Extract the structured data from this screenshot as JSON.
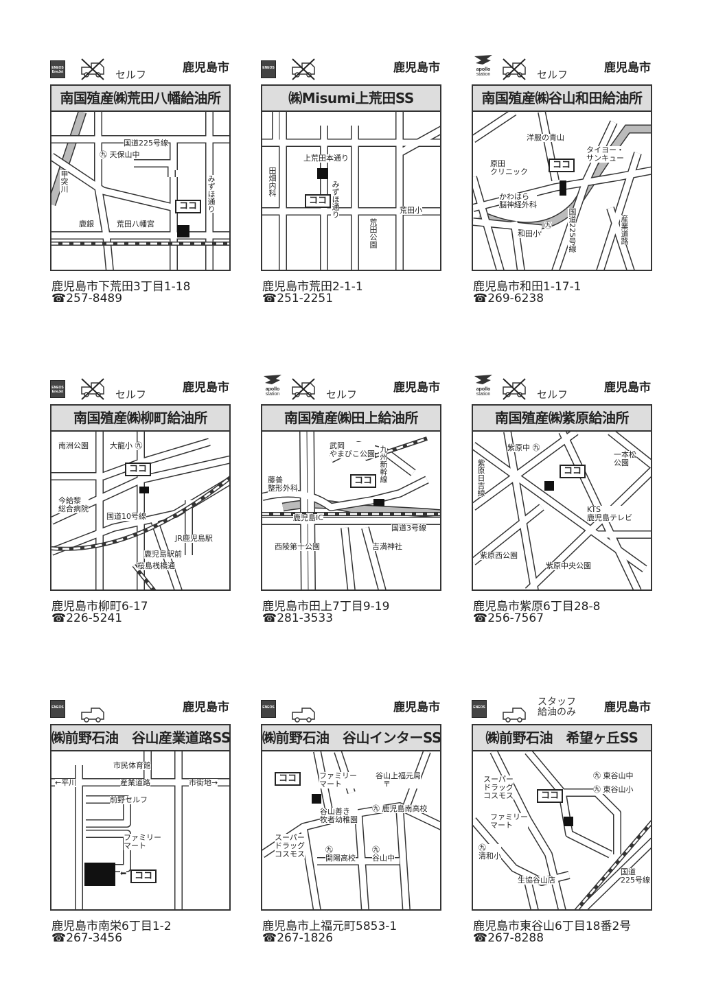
{
  "here_label": "ココ",
  "phone_icon": "☎",
  "cards": [
    {
      "brand": [
        "ENEOS",
        "EneJet"
      ],
      "logo": "eneos",
      "self": true,
      "self_label": "セルフ",
      "city": "鹿児島市",
      "title": "南国殖産㈱荒田八幡給油所",
      "address": "鹿児島市下荒田3丁目1-18",
      "phone": "257-8489",
      "map_labels": [
        "国道225号線",
        "㊈ 天保山中",
        "甲突川",
        "鹿銀",
        "荒田八幡宮",
        "みずほ通り"
      ]
    },
    {
      "brand": [
        "ENEOS",
        ""
      ],
      "logo": "eneos",
      "self": true,
      "self_label": "",
      "city": "鹿児島市",
      "title": "㈱Misumi上荒田SS",
      "address": "鹿児島市荒田2-1-1",
      "phone": "251-2251",
      "map_labels": [
        "上荒田本通り",
        "田畑内科",
        "みずほ通り",
        "荒田小",
        "荒田公園"
      ]
    },
    {
      "brand": [
        "apollo",
        "station"
      ],
      "logo": "apollo",
      "self": true,
      "self_label": "セルフ",
      "city": "鹿児島市",
      "title": "南国殖産㈱谷山和田給油所",
      "address": "鹿児島市和田1-17-1",
      "phone": "269-6238",
      "map_labels": [
        "洋服の青山",
        "タイヨー・\nサンキュー",
        "原田\nクリニック",
        "かわはら\n脳神経外科",
        "和田小",
        "国道225号線",
        "産業道路",
        "㊈"
      ]
    },
    {
      "brand": [
        "ENEOS",
        "EneJet"
      ],
      "logo": "eneos",
      "self": true,
      "self_label": "セルフ",
      "city": "鹿児島市",
      "title": "南国殖産㈱柳町給油所",
      "address": "鹿児島市柳町6-17",
      "phone": "226-5241",
      "map_labels": [
        "南洲公園",
        "大龍小 ㊈",
        "今給黎\n総合病院",
        "国道10号線",
        "JR鹿児島駅",
        "鹿児島駅前",
        "桜島桟橋通"
      ]
    },
    {
      "brand": [
        "apollo",
        "station"
      ],
      "logo": "apollo",
      "self": true,
      "self_label": "セルフ",
      "city": "鹿児島市",
      "title": "南国殖産㈱田上給油所",
      "address": "鹿児島市田上7丁目9-19",
      "phone": "281-3533",
      "map_labels": [
        "武岡\nやまびこ公園",
        "九州新幹線",
        "藤善\n整形外科",
        "鹿児島IC",
        "国道3号線",
        "西陵第十公園",
        "吉満神社"
      ]
    },
    {
      "brand": [
        "apollo",
        "station"
      ],
      "logo": "apollo",
      "self": true,
      "self_label": "セルフ",
      "city": "鹿児島市",
      "title": "南国殖産㈱紫原給油所",
      "address": "鹿児島市紫原6丁目28-8",
      "phone": "256-7567",
      "map_labels": [
        "紫原中 ㊈",
        "一本松\n公園",
        "紫原日吉線",
        "KTS\n鹿児島テレビ",
        "紫原西公園",
        "紫原中央公園"
      ]
    },
    {
      "brand": [
        "ENEOS",
        ""
      ],
      "logo": "eneos",
      "self": false,
      "self_label": "",
      "city": "鹿児島市",
      "title": "㈱前野石油　谷山産業道路SS",
      "address": "鹿児島市南栄6丁目1-2",
      "phone": "267-3456",
      "map_labels": [
        "市民体育館",
        "←平川",
        "産業道路",
        "市街地→",
        "前野セルフ",
        "ファミリー\nマート",
        "⬅"
      ]
    },
    {
      "brand": [
        "ENEOS",
        ""
      ],
      "logo": "eneos",
      "self": false,
      "self_label": "",
      "city": "鹿児島市",
      "title": "㈱前野石油　谷山インターSS",
      "address": "鹿児島市上福元町5853-1",
      "phone": "267-1826",
      "map_labels": [
        "ファミリー\nマート",
        "谷山上福元局\n　〒",
        "谷山善き\n牧者幼稚園",
        "㊈ 鹿児島南高校",
        "スーパー\nドラッグ\nコスモス",
        "㊈\n開陽高校",
        "㊈\n谷山中"
      ]
    },
    {
      "brand": [
        "ENEOS",
        ""
      ],
      "logo": "eneos",
      "self": false,
      "self_label": "スタッフ\n給油のみ",
      "city": "鹿児島市",
      "title": "㈱前野石油　希望ヶ丘SS",
      "address": "鹿児島市東谷山6丁目18番2号",
      "phone": "267-8288",
      "map_labels": [
        "スーパー\nドラッグ\nコスモス",
        "㊈ 東谷山中",
        "㊈ 東谷山小",
        "ファミリー\nマート",
        "㊈\n清和小",
        "生協谷山店",
        "国道\n225号線"
      ]
    }
  ]
}
